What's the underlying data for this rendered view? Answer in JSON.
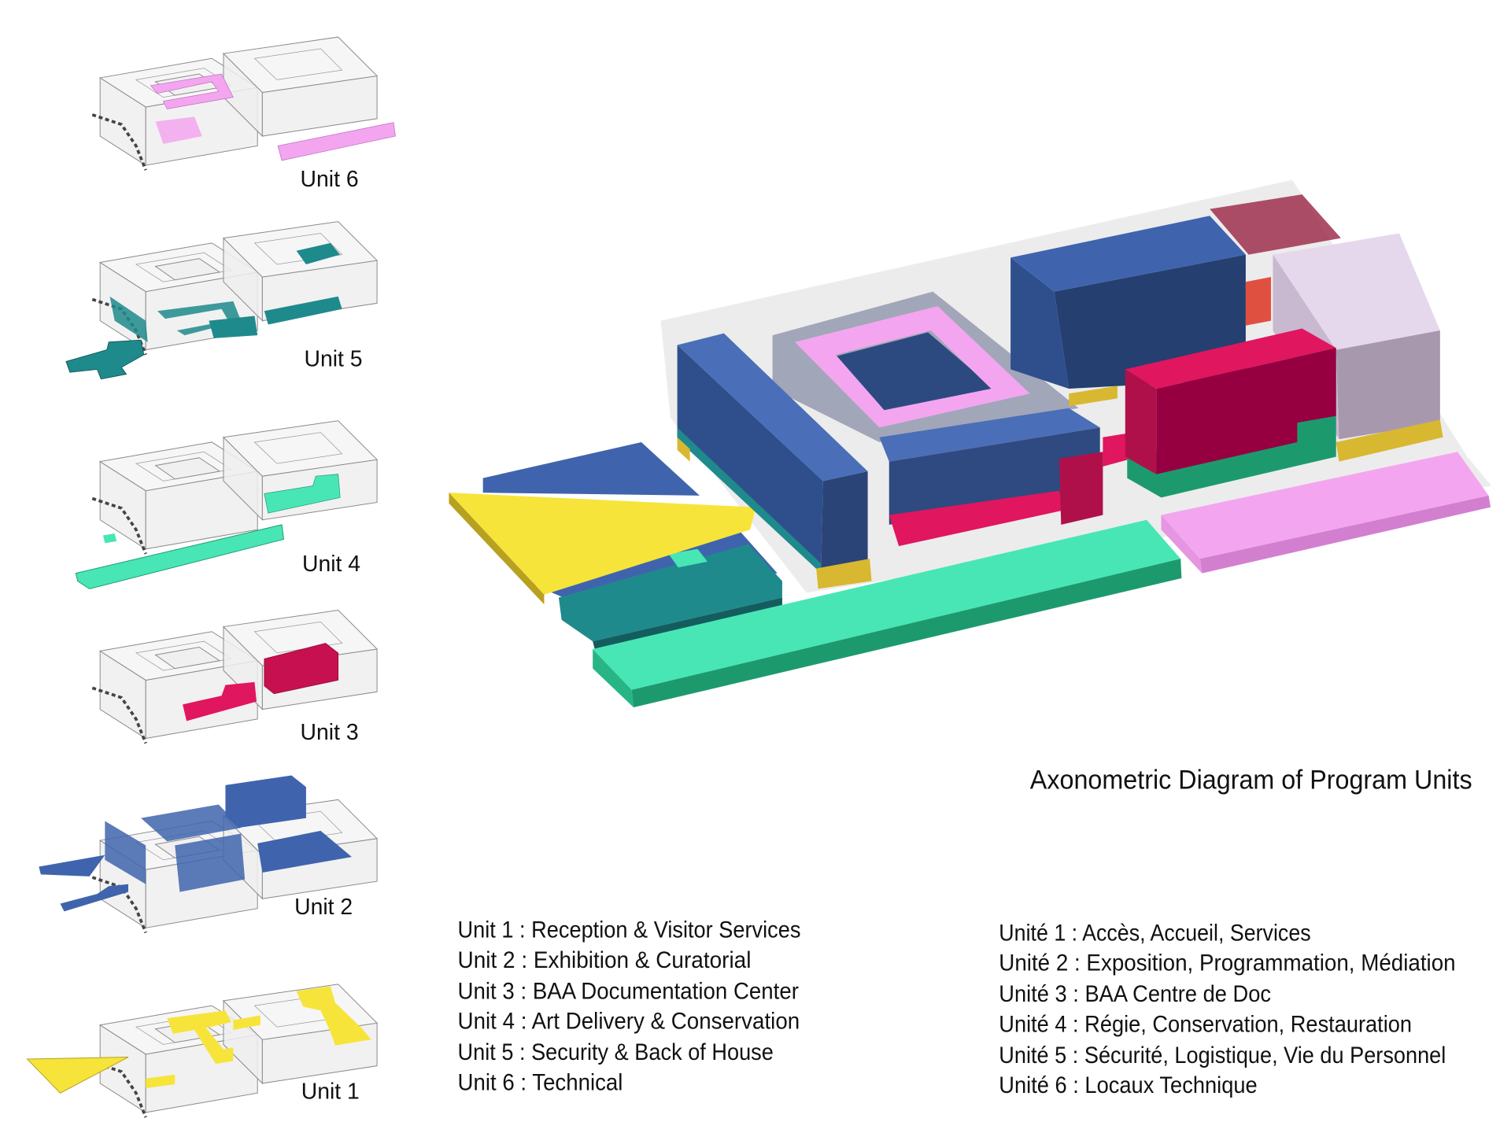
{
  "title": "Axonometric Diagram of Program Units",
  "thumbnails": [
    {
      "label": "Unit 6"
    },
    {
      "label": "Unit 5"
    },
    {
      "label": "Unit 4"
    },
    {
      "label": "Unit 3"
    },
    {
      "label": "Unit 2"
    },
    {
      "label": "Unit 1"
    }
  ],
  "legend_en": [
    "Unit 1 : Reception & Visitor Services",
    "Unit 2 : Exhibition & Curatorial",
    "Unit 3 : BAA Documentation Center",
    "Unit 4 : Art Delivery & Conservation",
    "Unit 5 : Security & Back of House",
    "Unit 6 : Technical"
  ],
  "legend_fr": [
    "Unité 1 : Accès, Accueil, Services",
    "Unité 2 : Exposition, Programmation, Médiation",
    "Unité 3 : BAA Centre de Doc",
    "Unité 4 : Régie, Conservation, Restauration",
    "Unité 5 : Sécurité, Logistique, Vie du Personnel",
    "Unité 6 : Locaux Technique"
  ],
  "colors": {
    "unit1": "#f7e43a",
    "unit2": "#3f64ad",
    "unit3": "#c7104f",
    "unit4": "#48e6b5",
    "unit5": "#1f8a8c",
    "unit6": "#f3a6ef"
  }
}
